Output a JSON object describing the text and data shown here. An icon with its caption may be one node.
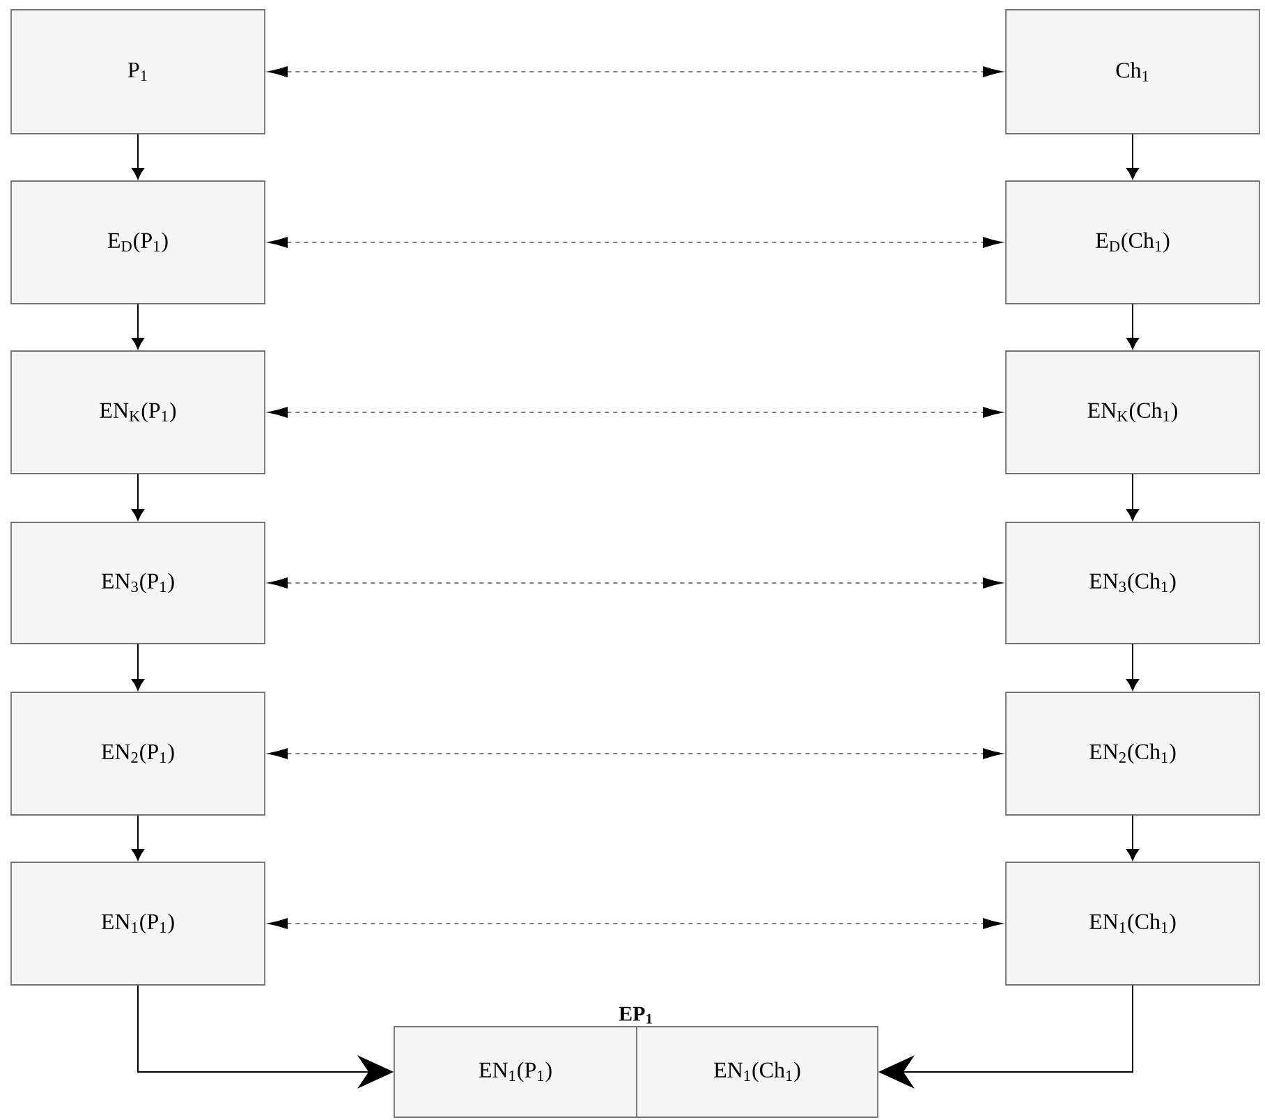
{
  "diagram": {
    "nodes": [
      {
        "text": [
          "P$_{1}$"
        ]
      },
      {
        "text": [
          "E$_{D}$(P$_{1}$)"
        ]
      },
      {
        "text": [
          "EN$_{K}$(P$_{1}$)"
        ]
      },
      {
        "text": [
          "EN$_{3}$(P$_{1}$)"
        ]
      },
      {
        "text": [
          "EN$_{2}$(P$_{1}$)"
        ]
      },
      {
        "text": [
          "EN$_{1}$(P$_{1}$)"
        ]
      },
      {
        "text": [
          "Ch$_{1}$"
        ]
      },
      {
        "text": [
          "E$_{D}$(Ch$_{1}$)"
        ]
      },
      {
        "text": [
          "EN$_{K}$(Ch$_{1}$)"
        ]
      },
      {
        "text": [
          "EN$_{3}$(Ch$_{1}$)"
        ]
      },
      {
        "text": [
          "EN$_{2}$(Ch$_{1}$)"
        ]
      },
      {
        "text": [
          "EN$_{1}$(Ch$_{1}$)"
        ]
      },
      {
        "text": [
          "EP$_{1}$"
        ]
      },
      {
        "text": [
          "EN$_{1}$(P$_{1}$)"
        ],
        "in": 12
      },
      {
        "text": [
          "EN$_{1}$(Ch$_{1}$)"
        ],
        "in": 12
      }
    ],
    "edges": [
      {
        "from": 0,
        "to": 1,
        "arrow": "to"
      },
      {
        "from": 1,
        "to": 2,
        "arrow": "to"
      },
      {
        "from": 2,
        "to": 3,
        "arrow": "to"
      },
      {
        "from": 3,
        "to": 4,
        "arrow": "to"
      },
      {
        "from": 4,
        "to": 5,
        "arrow": "to"
      },
      {
        "from": 6,
        "to": 7,
        "arrow": "to"
      },
      {
        "from": 7,
        "to": 8,
        "arrow": "to"
      },
      {
        "from": 8,
        "to": 9,
        "arrow": "to"
      },
      {
        "from": 9,
        "to": 10,
        "arrow": "to"
      },
      {
        "from": 10,
        "to": 11,
        "arrow": "to"
      },
      {
        "from": 0,
        "to": 6,
        "arrow": "both",
        "style": "dashed"
      },
      {
        "from": 1,
        "to": 7,
        "arrow": "both",
        "style": "dashed"
      },
      {
        "from": 2,
        "to": 8,
        "arrow": "both",
        "style": "dashed"
      },
      {
        "from": 3,
        "to": 9,
        "arrow": "both",
        "style": "dashed"
      },
      {
        "from": 4,
        "to": 10,
        "arrow": "both",
        "style": "dashed"
      },
      {
        "from": 5,
        "to": 11,
        "arrow": "both",
        "style": "dashed"
      },
      {
        "from": 5,
        "to": 13,
        "arrow": "to"
      },
      {
        "from": 11,
        "to": 14,
        "arrow": "to"
      }
    ]
  }
}
